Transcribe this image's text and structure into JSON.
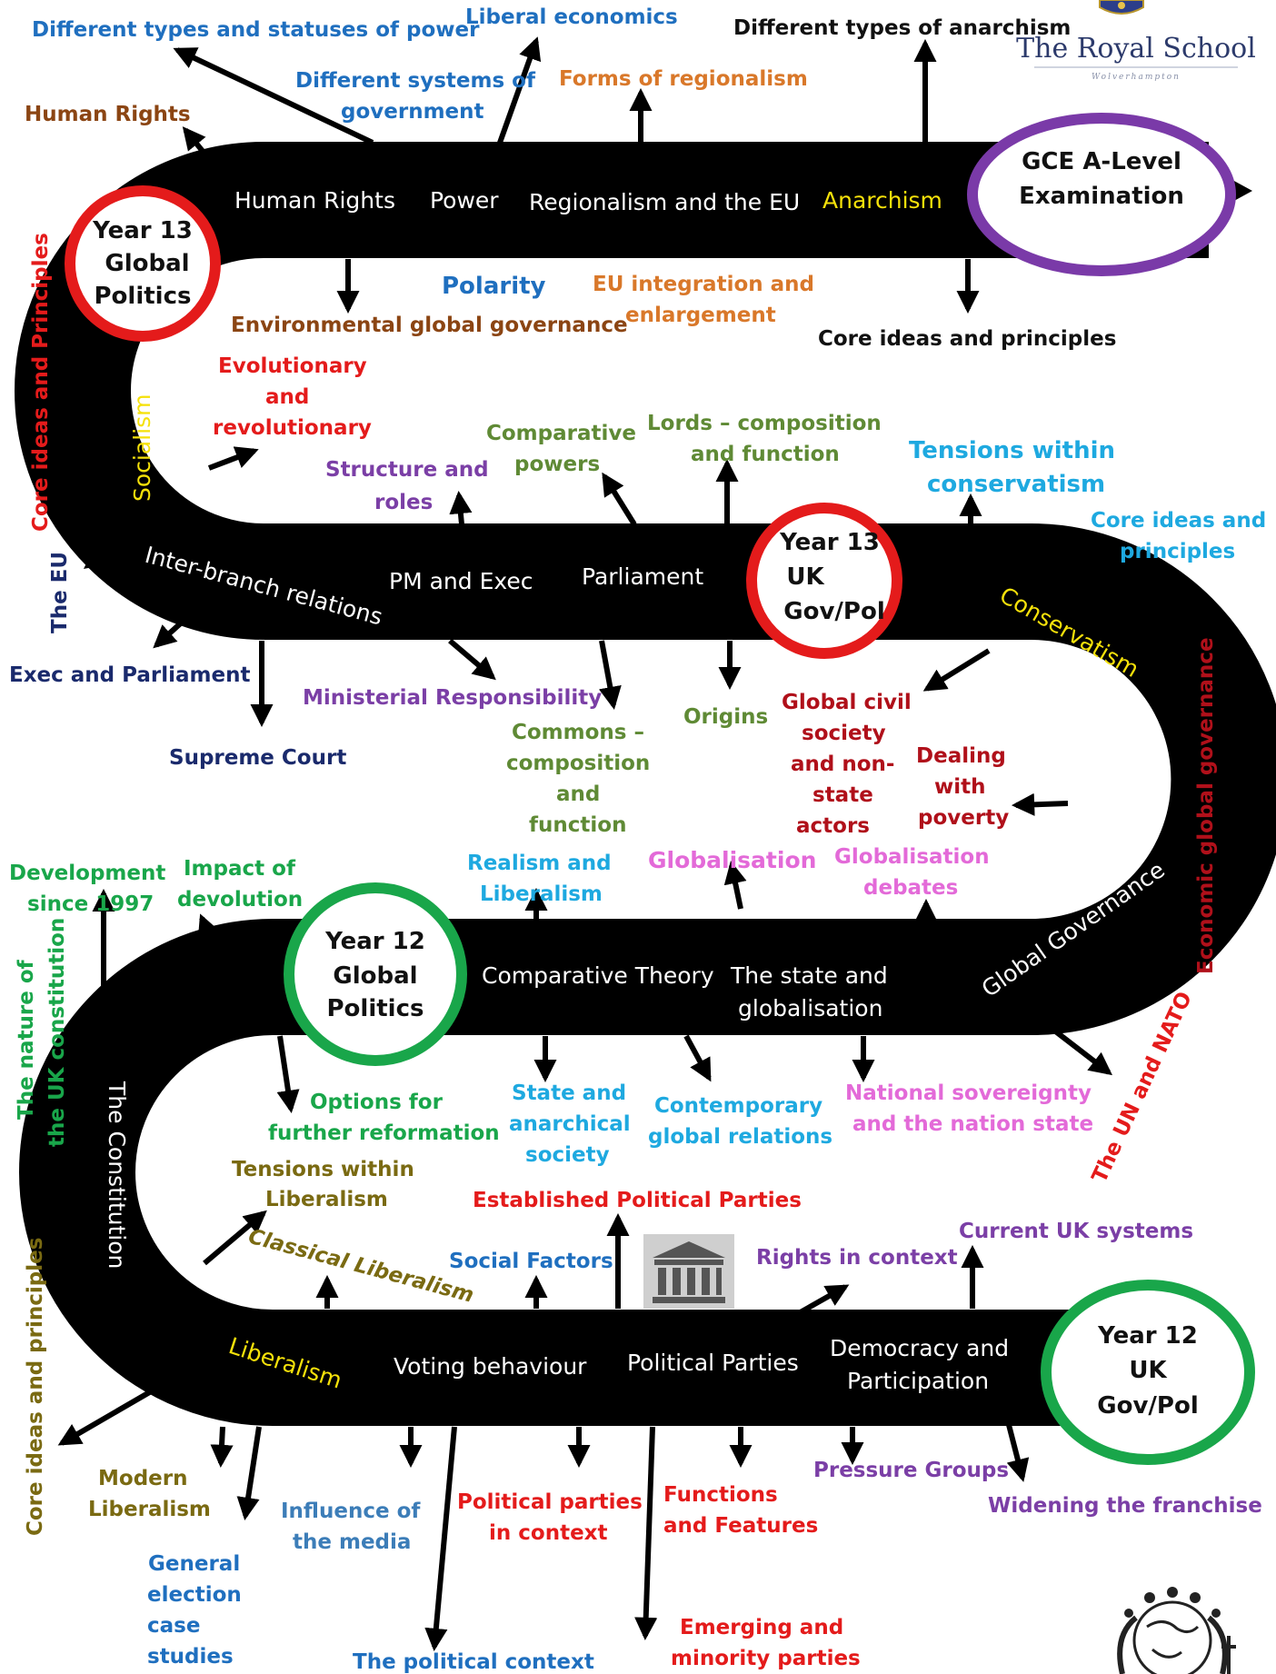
{
  "colors": {
    "road": "#000000",
    "road_text": "#ffffff",
    "ideology": "#f5e10a",
    "blue": "#1f6fbf",
    "lightblue": "#1ea9e0",
    "orange": "#d9782a",
    "brown": "#8b4513",
    "red": "#e41b1b",
    "darkred": "#b0101a",
    "navy": "#1a2a6c",
    "purple": "#7b3fa6",
    "olive": "#5f8a35",
    "green": "#19a64a",
    "pink": "#e36ad8",
    "gold": "#7a6a12",
    "steel": "#3c7db8",
    "black": "#111111",
    "badge_red": "#e41b1b",
    "badge_green": "#19a64a",
    "badge_purple": "#7a3aa8"
  },
  "icons": [
    "crest-icon",
    "parliament-building-icon",
    "world-religions-icon"
  ],
  "logo": {
    "name": "The Royal School",
    "sub": "Wolverhampton"
  },
  "badges": {
    "y13_global": [
      "Year 13",
      "Global",
      "Politics"
    ],
    "y13_ukgov": [
      "Year 13",
      "UK",
      "Gov/Pol"
    ],
    "y12_global": [
      "Year 12",
      "Global",
      "Politics"
    ],
    "y12_ukgov": [
      "Year 12",
      "UK",
      "Gov/Pol"
    ],
    "exam": [
      "GCE A-Level",
      "Examination"
    ]
  },
  "road": {
    "human_rights": "Human Rights",
    "power": "Power",
    "regionalism": "Regionalism and the EU",
    "anarchism": "Anarchism",
    "socialism": "Socialism",
    "inter_branch": "Inter-branch relations",
    "pm_exec": "PM and Exec",
    "parliament": "Parliament",
    "conservatism": "Conservatism",
    "global_governance": "Global Governance",
    "comparative_theory": "Comparative Theory",
    "state_glob_1": "The state and",
    "state_glob_2": "globalisation",
    "constitution": "The Constitution",
    "liberalism": "Liberalism",
    "voting": "Voting behaviour",
    "parties": "Political Parties",
    "democracy_1": "Democracy and",
    "democracy_2": "Participation"
  },
  "labels": {
    "types_power": "Different types and statuses of power",
    "liberal_econ": "Liberal economics",
    "types_anarchism": "Different types of anarchism",
    "systems_gov": [
      "Different systems of",
      "government"
    ],
    "forms_regionalism": "Forms of regionalism",
    "human_rights_top": "Human Rights",
    "polarity": "Polarity",
    "eu_integration": [
      "EU integration and",
      "enlargement"
    ],
    "env_gov": "Environmental global governance",
    "core_ideas_top": "Core ideas and principles",
    "evolutionary": [
      "Evolutionary",
      "and",
      "revolutionary"
    ],
    "core_ideas_socialism": "Core ideas and Principles",
    "the_eu": "The EU",
    "structure_roles": [
      "Structure and",
      "roles"
    ],
    "comparative_powers": [
      "Comparative",
      "powers"
    ],
    "lords": [
      "Lords – composition",
      "and function"
    ],
    "tensions_cons": [
      "Tensions within",
      "conservatism"
    ],
    "core_ideas_cons": [
      "Core ideas and",
      "principles"
    ],
    "exec_parliament": "Exec and Parliament",
    "ministerial": "Ministerial Responsibility",
    "supreme_court": "Supreme Court",
    "commons": [
      "Commons –",
      "composition",
      "and",
      "function"
    ],
    "origins": "Origins",
    "civil_society": [
      "Global civil",
      "society",
      "and non-",
      "state",
      "actors"
    ],
    "poverty": [
      "Dealing",
      "with",
      "poverty"
    ],
    "econ_gov": "Economic global governance",
    "development": [
      "Development",
      "since 1997"
    ],
    "devolution": [
      "Impact of",
      "devolution"
    ],
    "realism": [
      "Realism and",
      "Liberalism"
    ],
    "globalisation": "Globalisation",
    "glob_debates": [
      "Globalisation",
      "debates"
    ],
    "nature_constitution": [
      "The nature of",
      "the UK constitution"
    ],
    "options_reform": [
      "Options for",
      "further reformation"
    ],
    "state_anarchical": [
      "State and",
      "anarchical",
      "society"
    ],
    "contemporary": [
      "Contemporary",
      "global relations"
    ],
    "nat_sovereignty": [
      "National sovereignty",
      "and the nation state"
    ],
    "un_nato": "The UN and NATO",
    "tensions_lib": [
      "Tensions within",
      "Liberalism"
    ],
    "established_parties": "Established Political Parties",
    "classical_lib": "Classical Liberalism",
    "social_factors": "Social Factors",
    "rights_context": "Rights in context",
    "current_uk": "Current UK systems",
    "core_ideas_lib": "Core ideas and principles",
    "modern_lib": [
      "Modern",
      "Liberalism"
    ],
    "influence_media": [
      "Influence of",
      "the media"
    ],
    "parties_context": [
      "Political parties",
      "in context"
    ],
    "functions_features": [
      "Functions",
      "and Features"
    ],
    "pressure_groups": "Pressure Groups",
    "widening": "Widening the franchise",
    "general_election": [
      "General",
      "election",
      "case",
      "studies"
    ],
    "emerging_parties": [
      "Emerging and",
      "minority parties"
    ],
    "political_context": "The political context"
  }
}
